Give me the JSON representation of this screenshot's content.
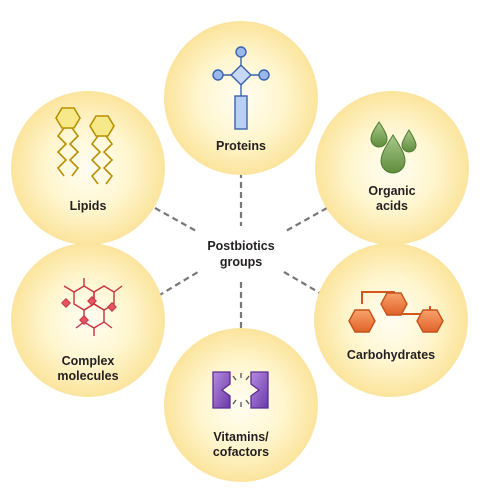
{
  "center": {
    "line1": "Postbiotics",
    "line2": "groups"
  },
  "groups": [
    {
      "id": "proteins",
      "label": "Proteins",
      "icon": "protein-icon",
      "color": "#4a7fcf"
    },
    {
      "id": "organic-acids",
      "label": "Organic\nacids",
      "icon": "droplets-icon",
      "color": "#6f9a4a"
    },
    {
      "id": "carbohydrates",
      "label": "Carbohydrates",
      "icon": "hexagon-chain-icon",
      "color": "#e8742e"
    },
    {
      "id": "vitamins",
      "label": "Vitamins/\ncofactors",
      "icon": "vitamin-icon",
      "color": "#7d4bb8"
    },
    {
      "id": "complex-molecules",
      "label": "Complex\nmolecules",
      "icon": "molecule-network-icon",
      "color": "#d6404f"
    },
    {
      "id": "lipids",
      "label": "Lipids",
      "icon": "lipid-icon",
      "color": "#c9a300"
    }
  ],
  "colors": {
    "circle": "#fbe6a0",
    "connector": "#777777"
  }
}
